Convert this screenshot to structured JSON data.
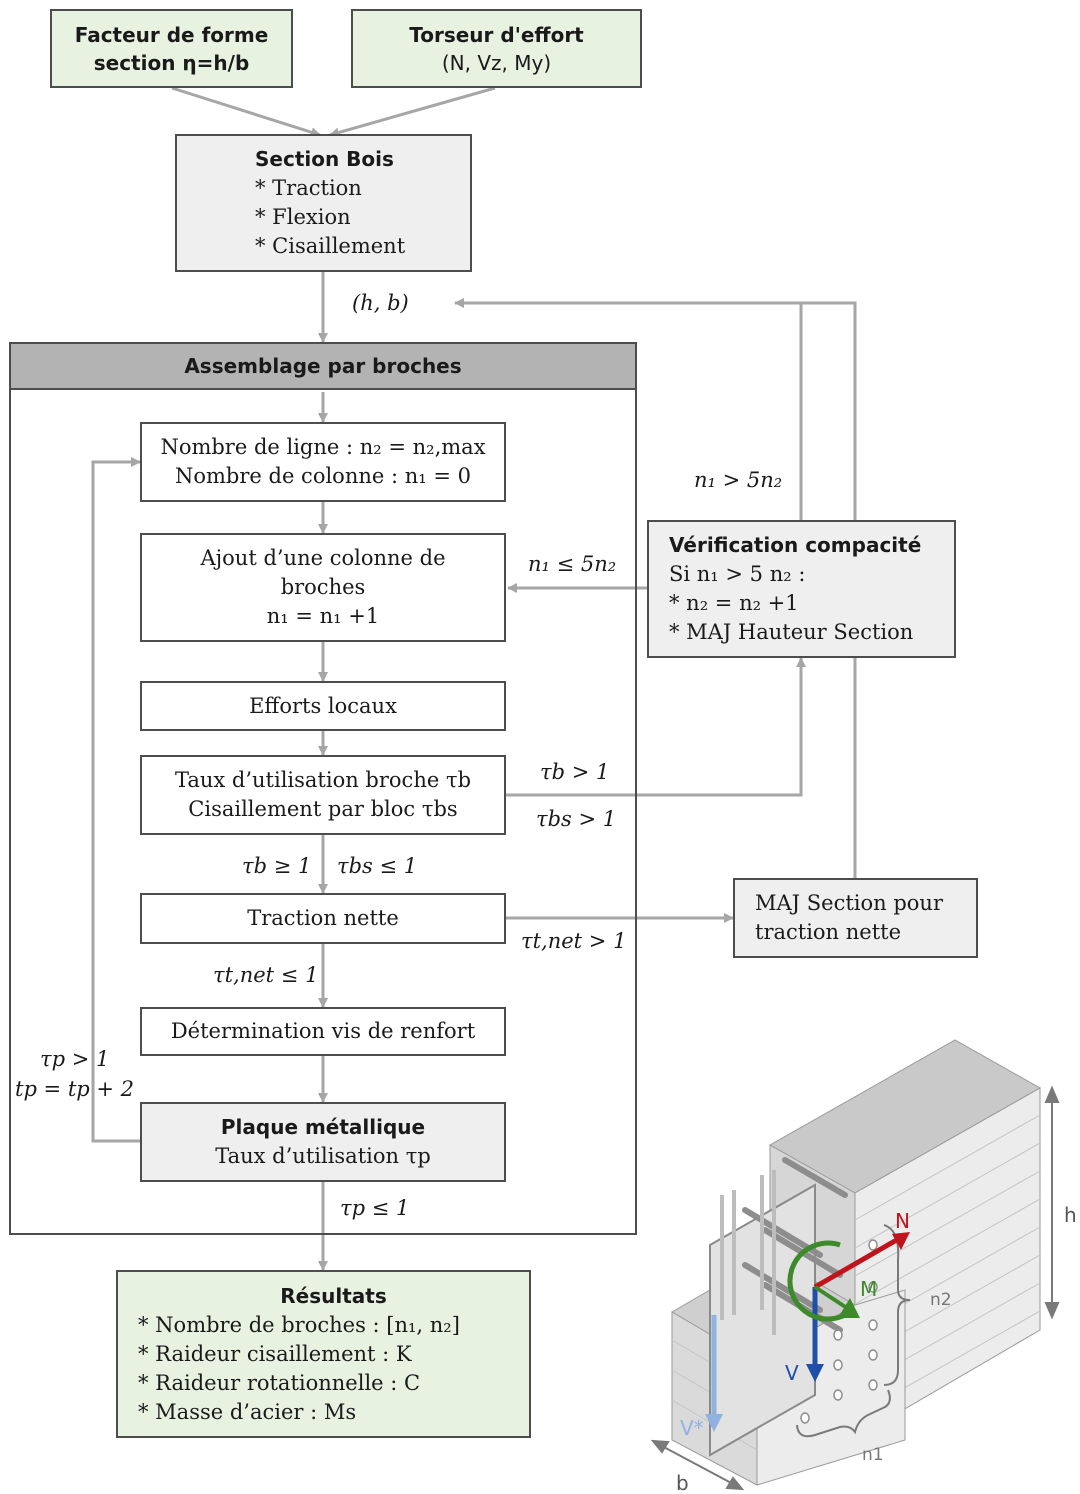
{
  "inputs": {
    "shape_factor": {
      "line1": "Facteur de forme",
      "line2": "section η=h/b"
    },
    "force_torsor": {
      "line1": "Torseur d'effort",
      "line2": "(N, Vz, My)"
    }
  },
  "section_bois": {
    "title": "Section Bois",
    "items": [
      "* Traction",
      "* Flexion",
      "* Cisaillement"
    ]
  },
  "hb_label": "(h, b)",
  "assembly": {
    "title": "Assemblage par broches",
    "init_box": {
      "line1": "Nombre de ligne : n₂ = n₂,max",
      "line2": "Nombre de colonne : n₁ = 0"
    },
    "add_column_box": {
      "line1": "Ajout d’une colonne de",
      "line2": "broches",
      "line3": "n₁ = n₁ +1"
    },
    "local_forces": "Efforts locaux",
    "utilization_box": {
      "line1": "Taux d’utilisation broche τb",
      "line2": "Cisaillement par bloc τbs"
    },
    "net_traction": "Traction nette",
    "reinforcement": "Détermination vis de renfort",
    "plate_box": {
      "title": "Plaque métallique",
      "line2": "Taux d’utilisation τp"
    }
  },
  "compactness": {
    "title": "Vérification compacité",
    "lines": [
      "Si n₁ > 5 n₂ :",
      "* n₂ = n₂ +1",
      "* MAJ Hauteur Section"
    ]
  },
  "net_section": {
    "line1": "MAJ Section pour",
    "line2": "traction nette"
  },
  "results": {
    "title": "Résultats",
    "items": [
      "* Nombre de broches : [n₁, n₂]",
      "* Raideur cisaillement : K",
      "* Raideur rotationnelle : C",
      "* Masse d’acier : Ms"
    ]
  },
  "conditions": {
    "n1_gt": "n₁ > 5n₂",
    "n1_le": "n₁ ≤ 5n₂",
    "tau_b_gt": "τb > 1",
    "tau_bs_gt": "τbs > 1",
    "tau_b_ge": "τb ≥ 1",
    "tau_bs_le": "τbs ≤ 1",
    "tau_tnet_gt": "τt,net > 1",
    "tau_tnet_le": "τt,net ≤ 1",
    "tau_p_gt": "τp > 1",
    "tp_update": "tp = tp + 2",
    "tau_p_le": "τp ≤ 1"
  },
  "illustration": {
    "labels": {
      "h": "h",
      "b": "b",
      "n2": "n2",
      "n1": "n1",
      "N": "N",
      "M": "M",
      "V": "V",
      "Vstar": "V*"
    },
    "colors": {
      "N": "#c0141c",
      "M": "#3d8a2a",
      "V": "#1f4fa8",
      "Vstar": "#8fb2e0"
    }
  }
}
